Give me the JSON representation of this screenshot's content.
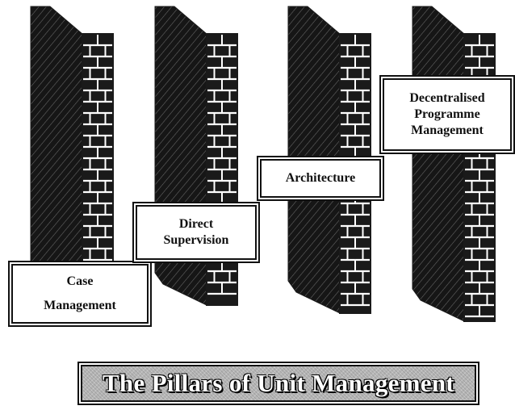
{
  "pillars": [
    {
      "name": "pillar-1",
      "label_lines": [
        "Case",
        "Management"
      ]
    },
    {
      "name": "pillar-2",
      "label_lines": [
        "Direct",
        "Supervision"
      ]
    },
    {
      "name": "pillar-3",
      "label_lines": [
        "Architecture"
      ]
    },
    {
      "name": "pillar-4",
      "label_lines": [
        "Decentralised",
        "Programme",
        "Management"
      ]
    }
  ],
  "title": "The Pillars of Unit Management",
  "colors": {
    "wall": "#1a1a1a",
    "mortar": "#ffffff",
    "face": "#2b2b2b"
  }
}
